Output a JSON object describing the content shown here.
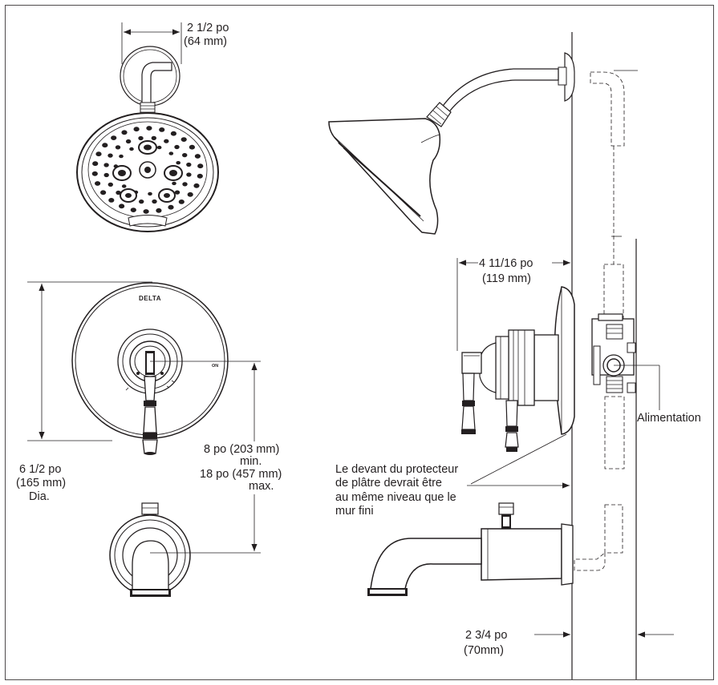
{
  "labels": {
    "head_width": [
      "2 1/2 po",
      "(64 mm)"
    ],
    "plate_dia": [
      "6 1/2 po",
      "(165 mm)",
      "Dia."
    ],
    "handle_to_spout": [
      "8 po (203 mm)",
      "min.",
      "18 po (457 mm)",
      "max."
    ],
    "projection": [
      "4 11/16 po",
      "(119 mm)"
    ],
    "supply": "Alimentation",
    "plaster_note": [
      "Le devant du protecteur",
      "de plâtre devrait être",
      "au même niveau que le",
      "mur fini"
    ],
    "wall_depth": [
      "2 3/4 po",
      "(70mm)"
    ]
  },
  "plate_marks": {
    "brand": "DELTA",
    "on": "ON"
  }
}
